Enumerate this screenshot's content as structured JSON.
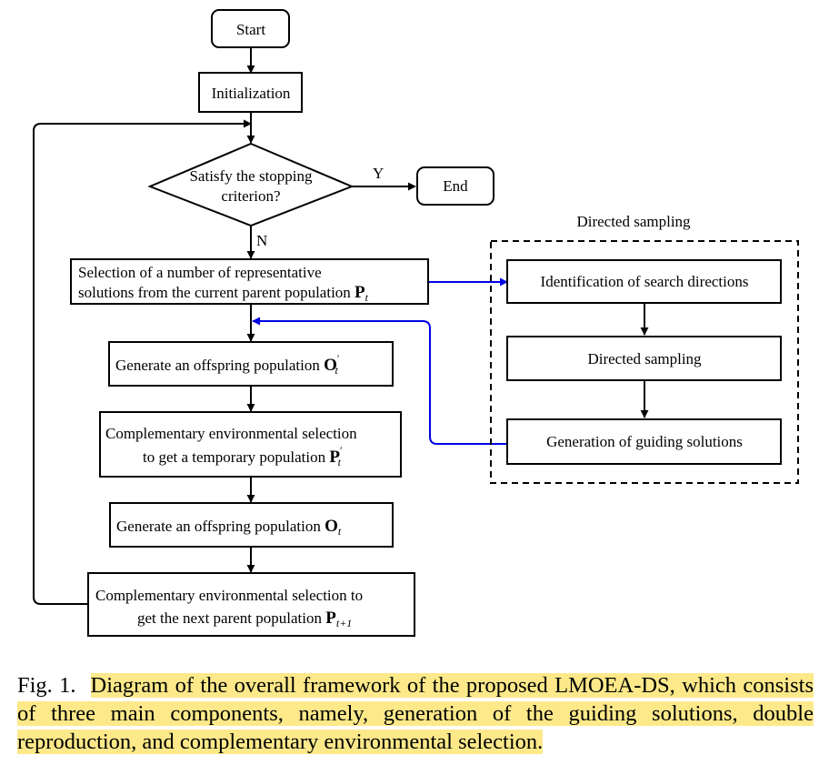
{
  "nodes": {
    "start": "Start",
    "init": "Initialization",
    "decision_line1": "Satisfy the stopping",
    "decision_line2": "criterion?",
    "end": "End",
    "select_line1": "Selection of a number of representative",
    "select_line2": "solutions from the current parent population",
    "gen1": "Generate an offspring population",
    "comp1_line1": "Complementary environmental selection",
    "comp1_line2": "to get a temporary population",
    "gen2": "Generate an offspring population",
    "comp2_line1": "Complementary environmental selection to",
    "comp2_line2": "get the next parent  population"
  },
  "symbols": {
    "P": "P",
    "O": "O",
    "t": "t",
    "prime": "′",
    "t_plus_1": "t+1"
  },
  "edge_labels": {
    "yes": "Y",
    "no": "N"
  },
  "directed_sampling": {
    "title": "Directed sampling",
    "box1": "Identification of search directions",
    "box2": "Directed sampling",
    "box3": "Generation of guiding solutions"
  },
  "colors": {
    "line": "#000000",
    "feedback_arrow": "#0000e6",
    "highlight": "#fde98a"
  },
  "caption": {
    "label": "Fig. 1.",
    "text": "Diagram of the overall framework of the proposed LMOEA-DS, which consists of three main components, namely, generation of the guiding solutions, double reproduction, and complementary environmental selection."
  }
}
